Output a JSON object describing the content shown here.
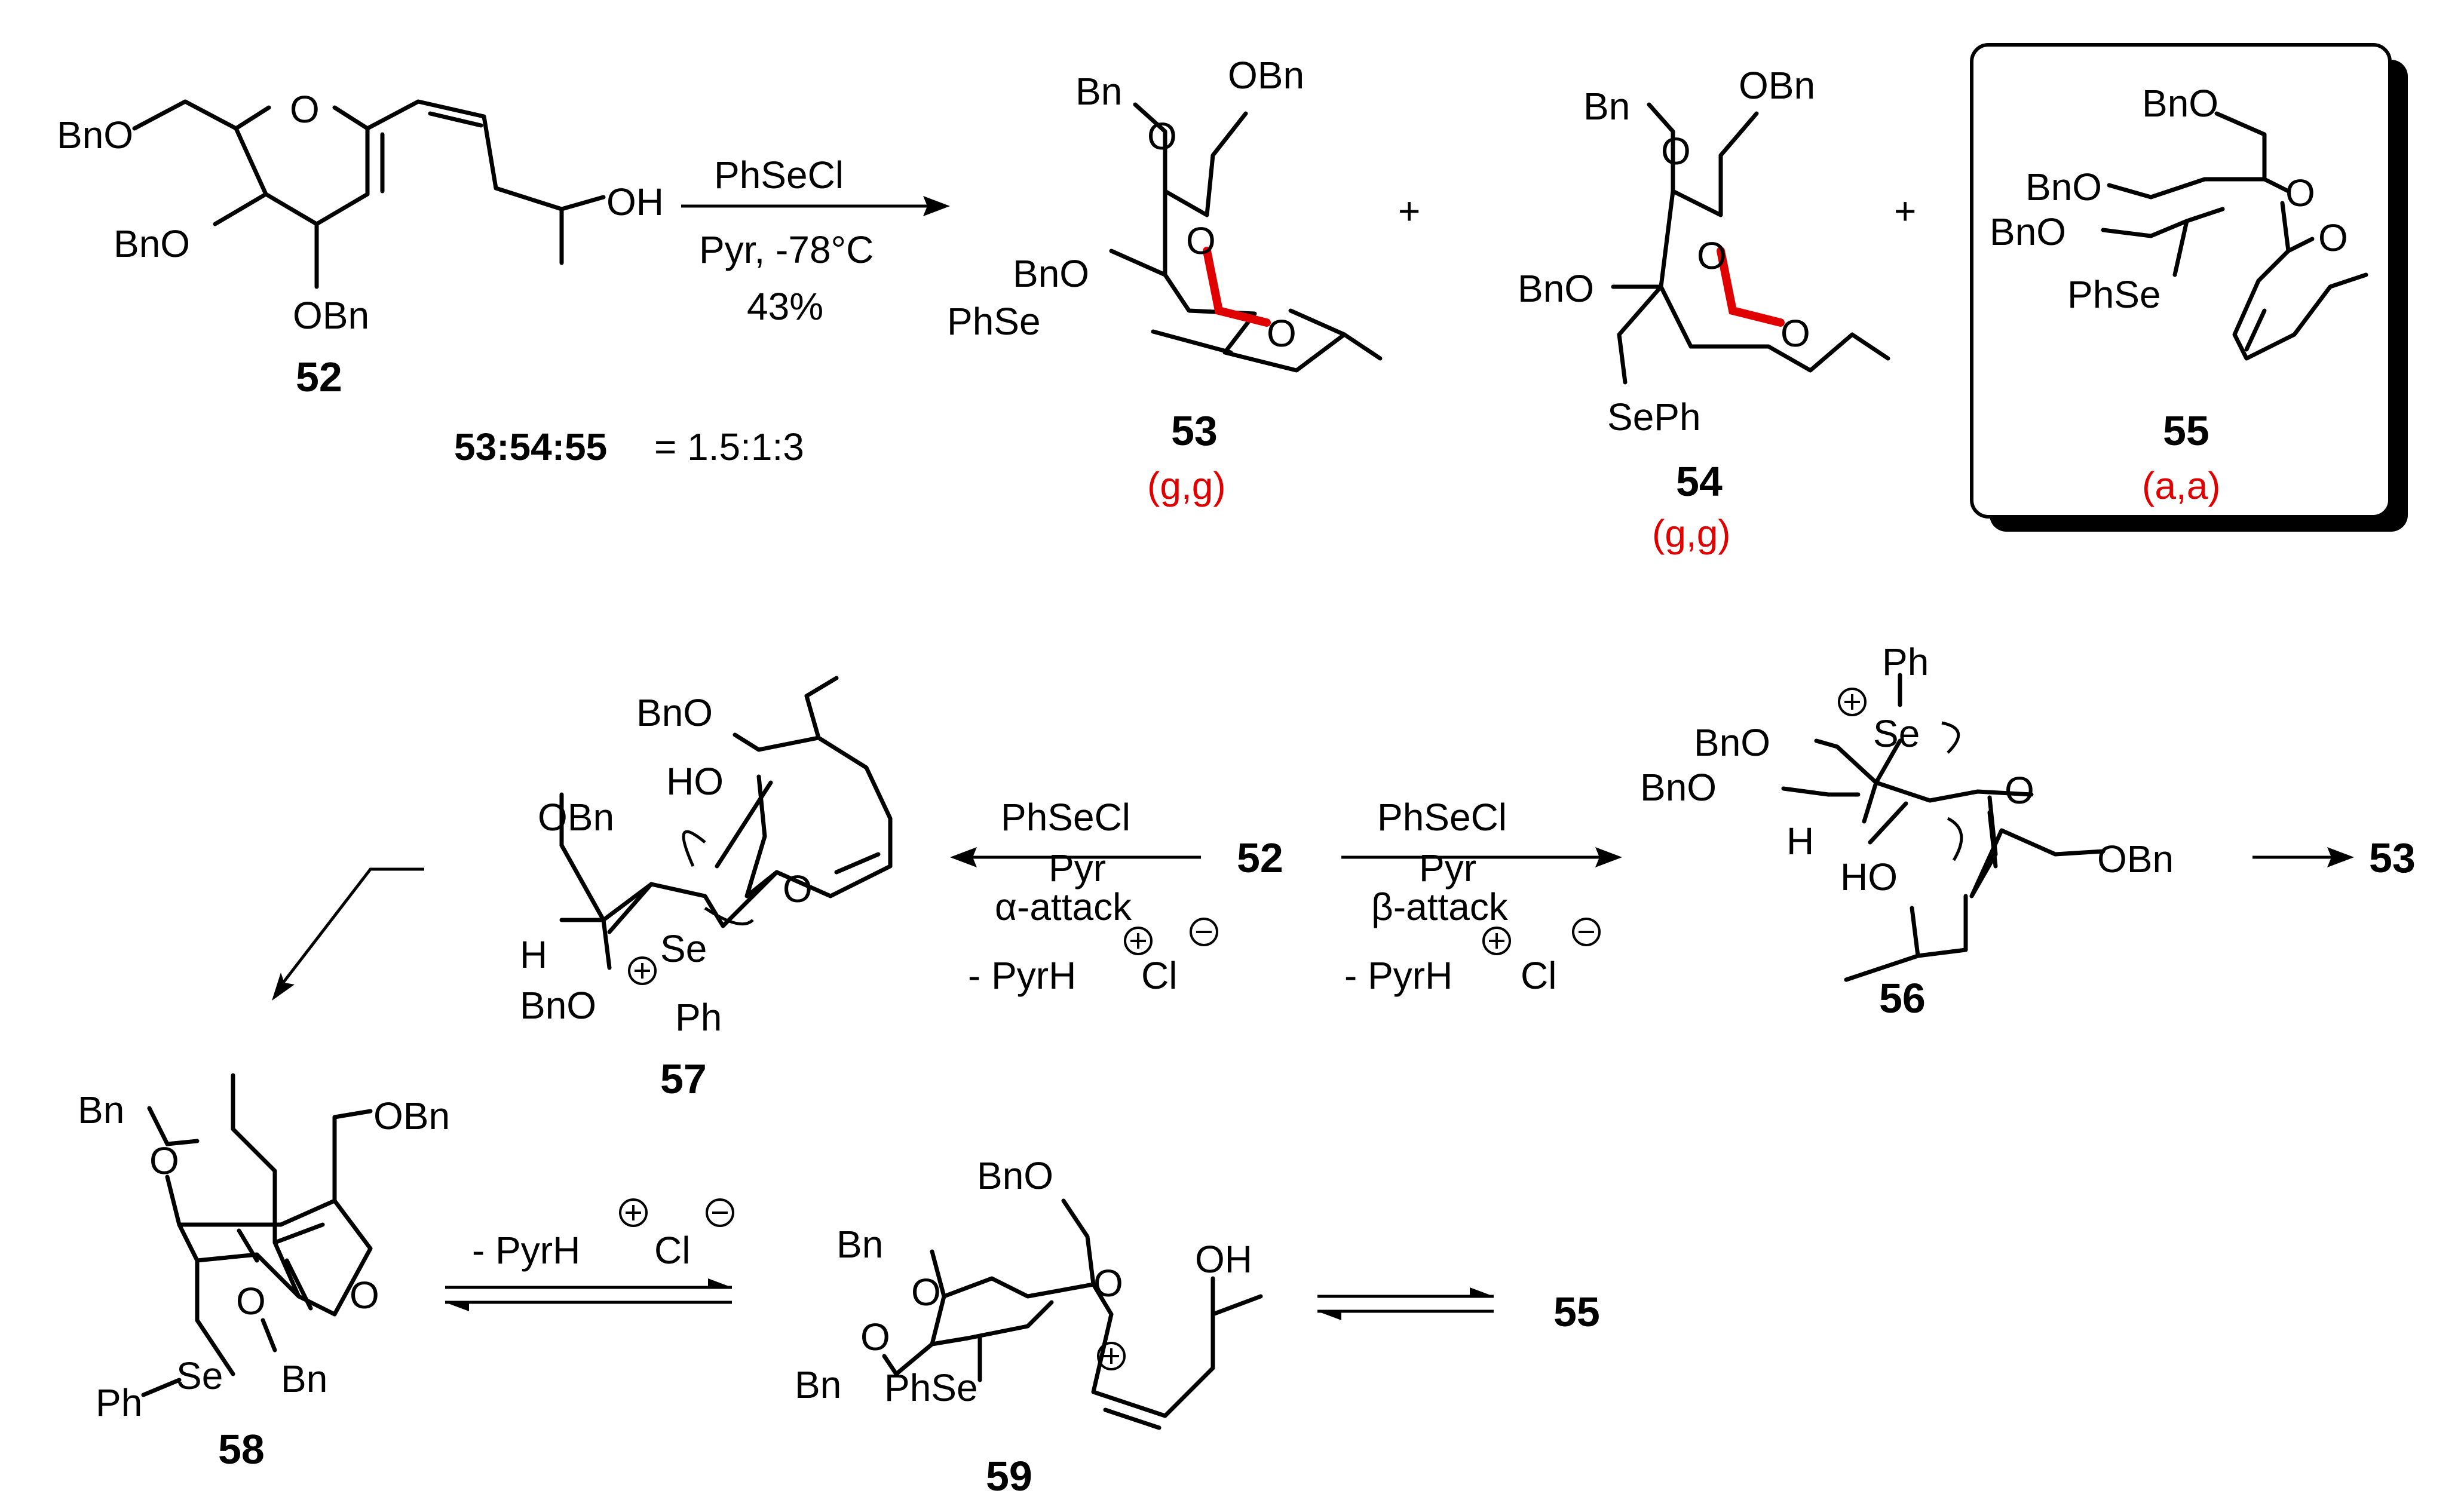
{
  "reaction": {
    "reagent": "PhSeCl",
    "conditions": "Pyr, -78°C",
    "yield": "43%",
    "ratio_lhs": "53:54:55",
    "ratio_val": "= 1.5:1:3"
  },
  "compounds": {
    "c52": "52",
    "c53": "53",
    "c54": "54",
    "c55": "55",
    "c56": "56",
    "c57": "57",
    "c58": "58",
    "c59": "59",
    "c52_ref": "52",
    "c53_ref": "53",
    "c55_ref": "55"
  },
  "conformations": {
    "c53": "(g,g)",
    "c54": "(g,g)",
    "c55": "(a,a)"
  },
  "plus": "+",
  "mechanism": {
    "alpha": {
      "reagent": "PhSeCl",
      "base": "Pyr",
      "mode": "α-attack",
      "byproduct": "- PyrH",
      "counter": "Cl"
    },
    "beta": {
      "reagent": "PhSeCl",
      "base": "Pyr",
      "mode": "β-attack",
      "byproduct": "- PyrH",
      "counter": "Cl"
    },
    "eq": {
      "byproduct": "- PyrH",
      "counter": "Cl"
    }
  },
  "atoms": {
    "BnO": "BnO",
    "OBn": "OBn",
    "Bn": "Bn",
    "O": "O",
    "OH": "OH",
    "HO": "HO",
    "PhSe": "PhSe",
    "SePh": "SePh",
    "Se": "Se",
    "Ph": "Ph",
    "H": "H"
  }
}
